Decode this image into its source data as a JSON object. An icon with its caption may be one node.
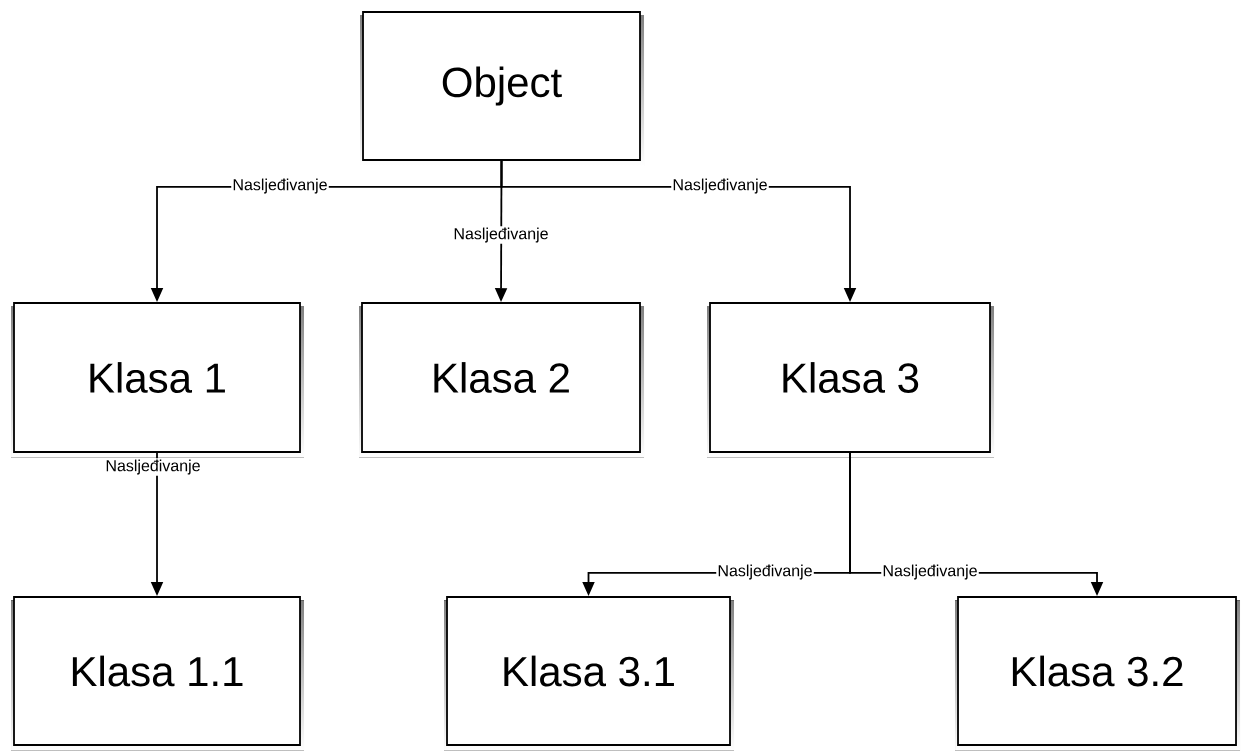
{
  "diagram": {
    "nodes": [
      {
        "text": [
          "Object"
        ]
      },
      {
        "text": [
          "Klasa 1"
        ]
      },
      {
        "text": [
          "Klasa 2"
        ]
      },
      {
        "text": [
          "Klasa 3"
        ]
      },
      {
        "text": [
          "Klasa 1.1"
        ]
      },
      {
        "text": [
          "Klasa 3.1"
        ]
      },
      {
        "text": [
          "Klasa 3.2"
        ]
      }
    ],
    "edges": [
      {
        "from": 0,
        "to": 1,
        "arrow": "to",
        "label": "Nasljeđivanje"
      },
      {
        "from": 0,
        "to": 2,
        "arrow": "to",
        "label": "Nasljeđivanje"
      },
      {
        "from": 0,
        "to": 3,
        "arrow": "to",
        "label": "Nasljeđivanje"
      },
      {
        "from": 1,
        "to": 4,
        "arrow": "to",
        "label": "Nasljeđivanje"
      },
      {
        "from": 3,
        "to": 5,
        "arrow": "to",
        "label": "Nasljeđivanje"
      },
      {
        "from": 3,
        "to": 6,
        "arrow": "to",
        "label": "Nasljeđivanje"
      }
    ]
  }
}
